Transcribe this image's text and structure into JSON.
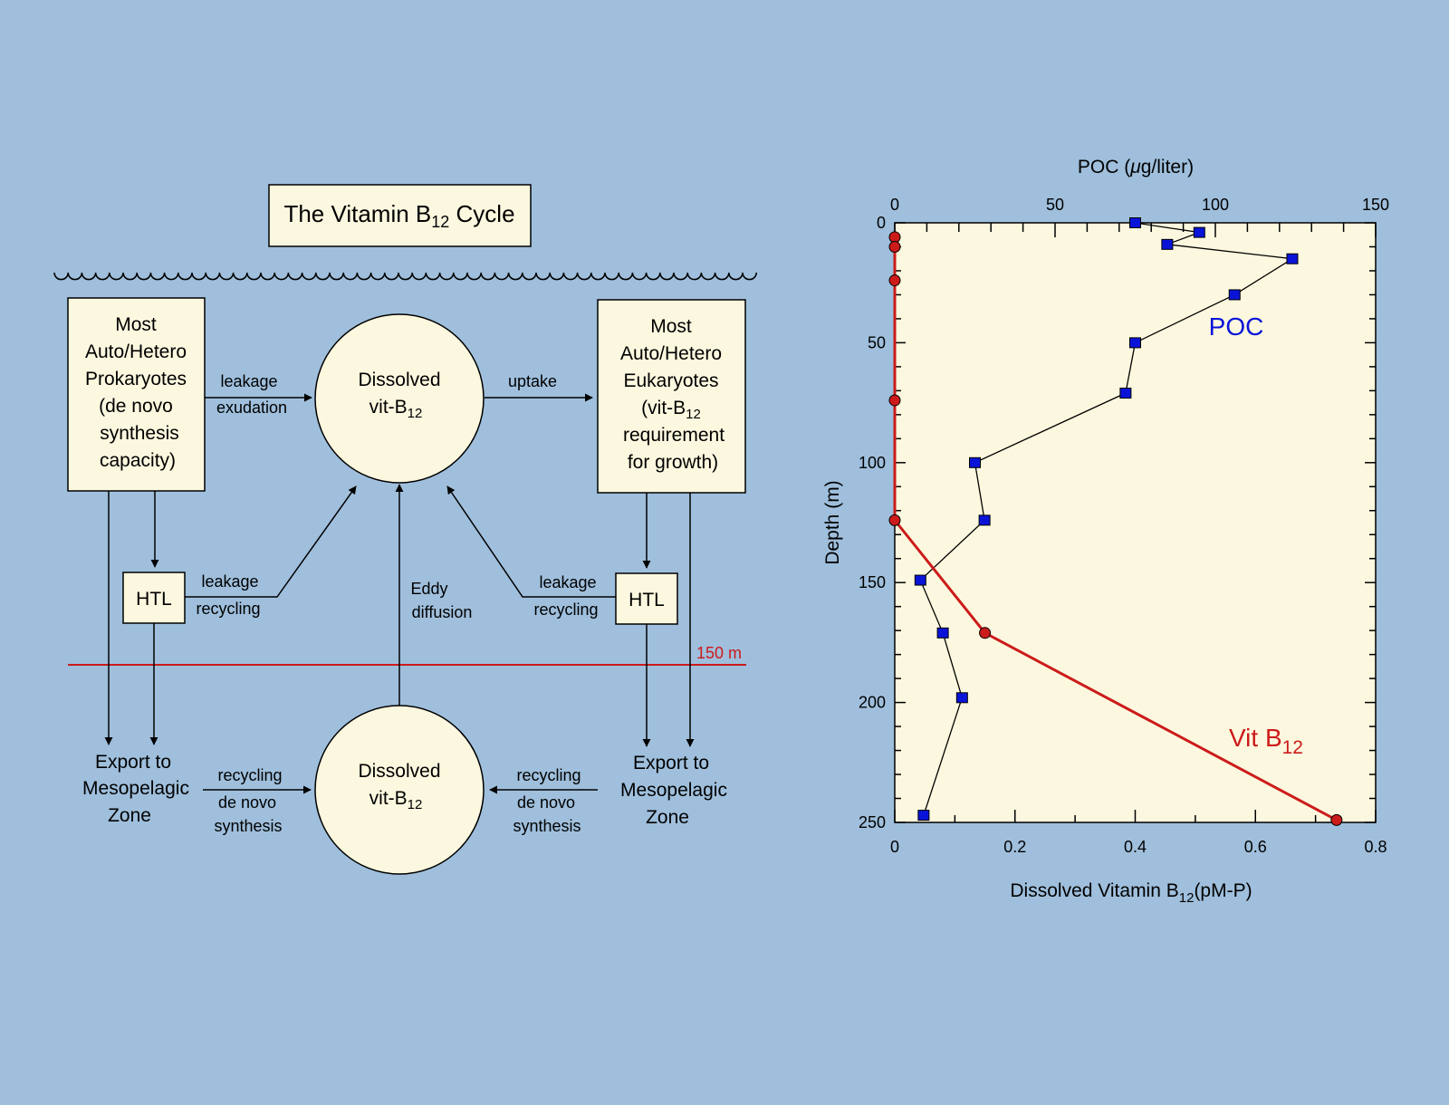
{
  "colors": {
    "background": "#9fbfdc",
    "box_fill": "#fcf8df",
    "red": "#cc1b1b",
    "blue": "#0a14d8",
    "ink": "#000000"
  },
  "diagram": {
    "title": {
      "main": "The Vitamin B",
      "sub": "12",
      "tail": " Cycle"
    },
    "left_box": {
      "lines": [
        "Most",
        "Auto/Hetero",
        "Prokaryotes",
        "(de novo",
        "synthesis",
        "capacity)"
      ]
    },
    "right_box": {
      "line1": "Most",
      "line2": "Auto/Hetero",
      "line3": "Eukaryotes",
      "line4_main": "(vit-B",
      "line4_sub": "12",
      "line5": "requirement",
      "line6": "for growth)"
    },
    "top_circle": {
      "line1": "Dissolved",
      "line2_main": "vit-B",
      "line2_sub": "12"
    },
    "bottom_circle": {
      "line1": "Dissolved",
      "line2_main": "vit-B",
      "line2_sub": "12"
    },
    "arrow_labels": {
      "leakage_top": "leakage",
      "exudation": "exudation",
      "uptake": "uptake",
      "htl_left_leakage": "leakage",
      "htl_left_recycling": "recycling",
      "eddy": "Eddy",
      "diffusion": "diffusion",
      "htl_right_leakage": "leakage",
      "htl_right_recycling": "recycling",
      "bl_recycling": "recycling",
      "bl_denovo": "de novo",
      "bl_synthesis": "synthesis",
      "br_recycling": "recycling",
      "br_denovo": "de novo",
      "br_synthesis": "synthesis"
    },
    "htl_left": "HTL",
    "htl_right": "HTL",
    "depth_line_label": "150 m",
    "export_left": [
      "Export to",
      "Mesopelagic",
      "Zone"
    ],
    "export_right": [
      "Export to",
      "Mesopelagic",
      "Zone"
    ]
  },
  "chart_data": {
    "type": "line",
    "top_axis_label": {
      "pre": "POC (",
      "mu": "μ",
      "post": "g/liter)"
    },
    "ylabel": "Depth (m)",
    "xlabel": {
      "main": "Dissolved Vitamin B",
      "sub": "12",
      "tail": "(pM-P)"
    },
    "top_ticks": [
      0,
      50,
      100,
      150
    ],
    "top_tick_labels": [
      "0",
      "50",
      "100",
      "150"
    ],
    "bottom_ticks": [
      0,
      0.2,
      0.4,
      0.6,
      0.8
    ],
    "bottom_tick_labels": [
      "0",
      "0.2",
      "0.4",
      "0.6",
      "0.8"
    ],
    "y_ticks": [
      0,
      50,
      100,
      150,
      200,
      250
    ],
    "y_tick_labels": [
      "0",
      "50",
      "100",
      "150",
      "200",
      "250"
    ],
    "ylim": [
      0,
      250
    ],
    "top_xlim": [
      0,
      150
    ],
    "bottom_xlim": [
      0,
      0.8
    ],
    "y_inverted": true,
    "series": [
      {
        "name": "POC",
        "axis": "top",
        "color": "#0a14d8",
        "marker": "square",
        "x": [
          75,
          95,
          85,
          124,
          106,
          75,
          72,
          25,
          28,
          8,
          15,
          21,
          9
        ],
        "y": [
          0,
          4,
          9,
          15,
          30,
          50,
          71,
          100,
          124,
          149,
          171,
          198,
          247
        ]
      },
      {
        "name_main": "Vit B",
        "name_sub": "12",
        "axis": "bottom",
        "color": "#cc1b1b",
        "marker": "circle",
        "x": [
          0,
          0,
          0,
          0,
          0,
          0.15,
          0.735
        ],
        "y": [
          6,
          10,
          24,
          74,
          124,
          171,
          249
        ]
      }
    ]
  }
}
